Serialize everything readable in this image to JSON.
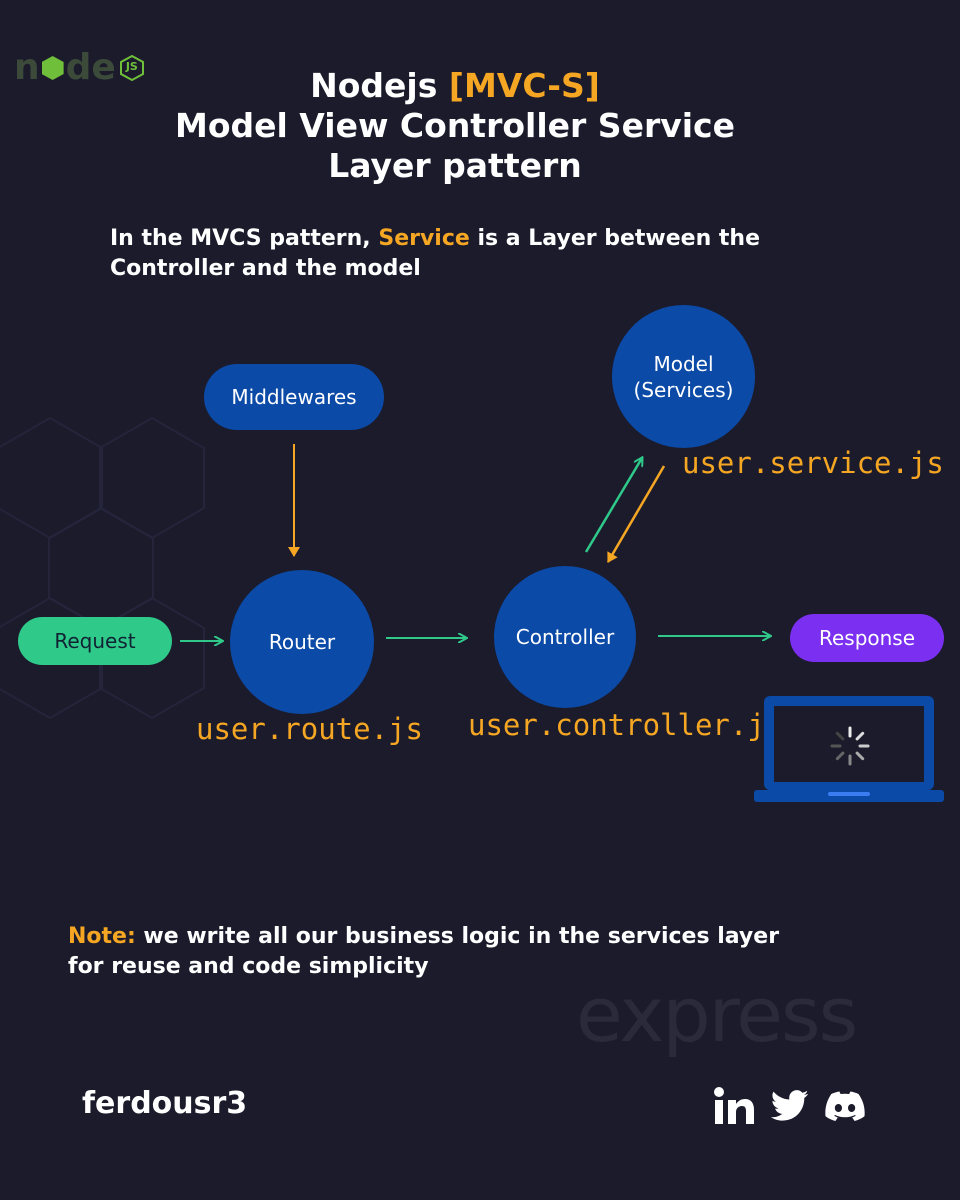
{
  "logo": {
    "node_n": "n",
    "node_de": "de",
    "js": "JS"
  },
  "title": {
    "line1_prefix": "Nodejs",
    "line1_accent": "[MVC-S]",
    "line2": "Model View Controller Service",
    "line3": "Layer pattern"
  },
  "intro": {
    "part1": "In the MVCS  pattern,",
    "accent": "Service",
    "part2": "is a  Layer between the",
    "line2": "Controller and the model"
  },
  "nodes": {
    "middlewares": "Middlewares",
    "request": "Request",
    "router": "Router",
    "controller": "Controller",
    "model_line1": "Model",
    "model_line2": "(Services)",
    "response": "Response"
  },
  "files": {
    "route": "user.route.js",
    "controller": "user.controller.js",
    "service": "user.service.js"
  },
  "note": {
    "label": "Note:",
    "text": " we write all our business logic in the services layer",
    "line2": "for reuse and code simplicity"
  },
  "watermark": "express",
  "handle": "ferdousr3",
  "social": [
    "linkedin-icon",
    "twitter-icon",
    "discord-icon"
  ],
  "colors": {
    "background": "#1b1b2c",
    "accent": "#f5a623",
    "node_blue": "#0b4aa6",
    "request_green": "#2fc98a",
    "response_purple": "#7b2ff0",
    "arrow_green": "#2fc98a",
    "arrow_orange": "#f5a623"
  }
}
